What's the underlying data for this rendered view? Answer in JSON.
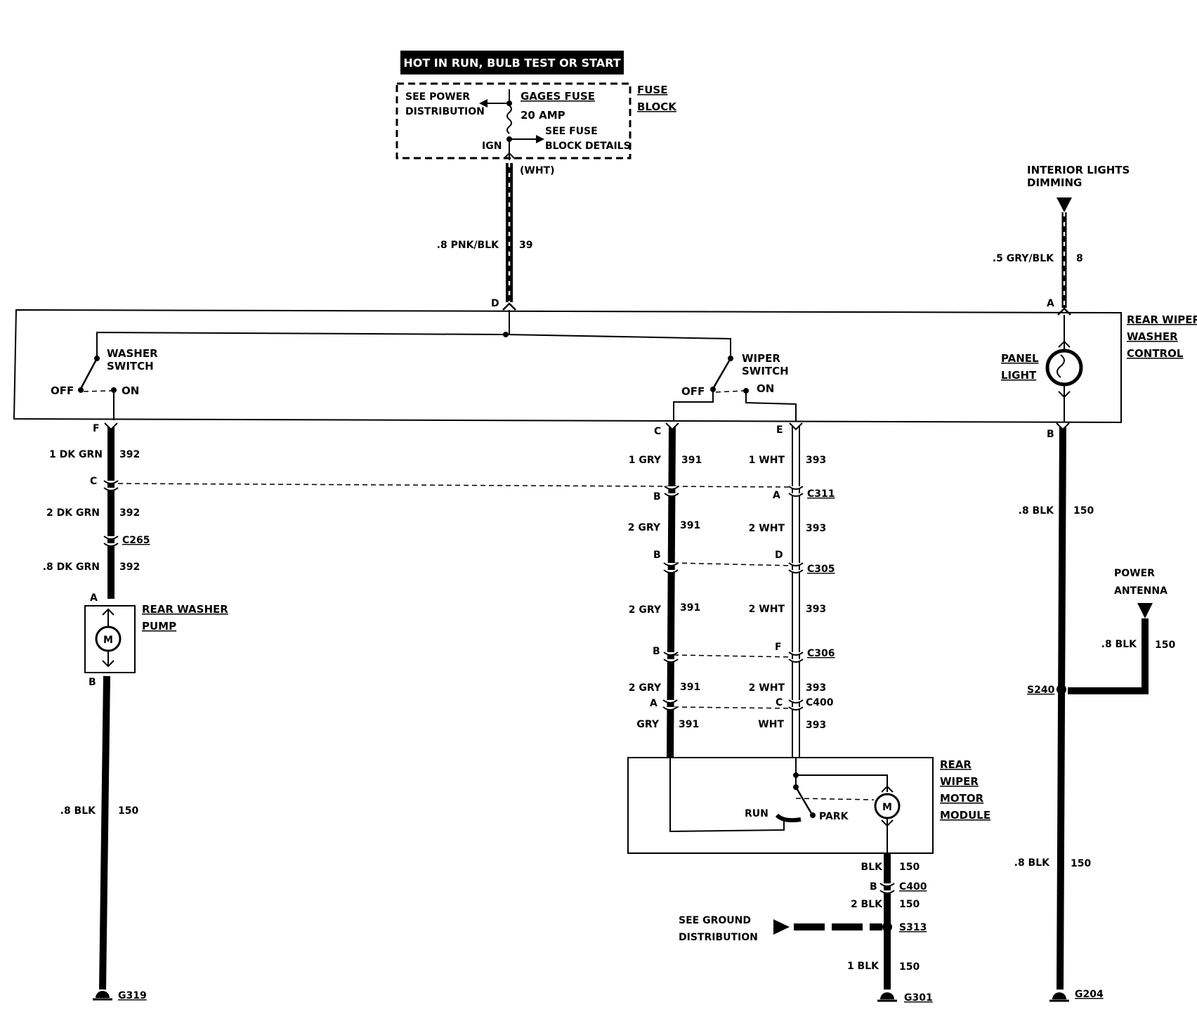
{
  "power_header": "HOT IN RUN, BULB TEST OR START",
  "fuse_block": {
    "title_1": "FUSE",
    "title_2": "BLOCK",
    "see_power_1": "SEE POWER",
    "see_power_2": "DISTRIBUTION",
    "fuse_name": "GAGES FUSE",
    "fuse_rating": "20 AMP",
    "see_fuse_1": "SEE FUSE",
    "see_fuse_2": "BLOCK DETAILS",
    "ign": "IGN",
    "wht": "(WHT)"
  },
  "feed_wire": {
    "size_color": ".8 PNK/BLK",
    "circuit": "39"
  },
  "dimming": {
    "title_1": "INTERIOR LIGHTS",
    "title_2": "DIMMING",
    "size_color": ".5 GRY/BLK",
    "circuit": "8"
  },
  "control": {
    "title_1": "REAR WIPER",
    "title_2": "WASHER",
    "title_3": "CONTROL",
    "pin_d": "D",
    "pin_a": "A",
    "pin_f": "F",
    "pin_c": "C",
    "pin_e": "E",
    "pin_b": "B",
    "washer_switch_1": "WASHER",
    "washer_switch_2": "SWITCH",
    "wiper_switch_1": "WIPER",
    "wiper_switch_2": "SWITCH",
    "off": "OFF",
    "on": "ON",
    "panel_light_1": "PANEL",
    "panel_light_2": "LIGHT"
  },
  "washer_circuit": {
    "seg1": {
      "size_color": "1 DK GRN",
      "circuit": "392"
    },
    "conn_c": "C",
    "seg2": {
      "size_color": "2 DK GRN",
      "circuit": "392"
    },
    "c265": "C265",
    "seg3": {
      "size_color": ".8 DK GRN",
      "circuit": "392"
    },
    "pin_a": "A",
    "pin_b": "B",
    "pump_1": "REAR WASHER",
    "pump_2": "PUMP",
    "motor": "M",
    "ground_wire": {
      "size_color": ".8 BLK",
      "circuit": "150"
    },
    "ground": "G319"
  },
  "wiper_circuit": {
    "gry": [
      {
        "size_color": "1 GRY",
        "circuit": "391"
      },
      {
        "size_color": "2 GRY",
        "circuit": "391"
      },
      {
        "size_color": "2 GRY",
        "circuit": "391"
      },
      {
        "size_color": "2 GRY",
        "circuit": "391"
      },
      {
        "size_color": "GRY",
        "circuit": "391"
      }
    ],
    "wht": [
      {
        "size_color": "1 WHT",
        "circuit": "393"
      },
      {
        "size_color": "2 WHT",
        "circuit": "393"
      },
      {
        "size_color": "2 WHT",
        "circuit": "393"
      },
      {
        "size_color": "2 WHT",
        "circuit": "393"
      },
      {
        "size_color": "WHT",
        "circuit": "393"
      }
    ],
    "gry_pins": [
      "B",
      "B",
      "B",
      "A"
    ],
    "wht_pins": [
      "A",
      "D",
      "F",
      "C"
    ],
    "connectors": [
      "C311",
      "C305",
      "C306",
      "C400"
    ],
    "module_1": "REAR",
    "module_2": "WIPER",
    "module_3": "MOTOR",
    "module_4": "MODULE",
    "run": "RUN",
    "park": "PARK",
    "motor": "M",
    "out1": {
      "size_color": "BLK",
      "circuit": "150"
    },
    "c400_pin": "B",
    "c400": "C400",
    "out2": {
      "size_color": "2 BLK",
      "circuit": "150"
    },
    "s313": "S313",
    "see_ground_1": "SEE GROUND",
    "see_ground_2": "DISTRIBUTION",
    "out3": {
      "size_color": "1 BLK",
      "circuit": "150"
    },
    "ground": "G301"
  },
  "right_circuit": {
    "seg1": {
      "size_color": ".8 BLK",
      "circuit": "150"
    },
    "antenna_1": "POWER",
    "antenna_2": "ANTENNA",
    "antenna_wire": {
      "size_color": ".8 BLK",
      "circuit": "150"
    },
    "s240": "S240",
    "seg2": {
      "size_color": ".8 BLK",
      "circuit": "150"
    },
    "ground": "G204"
  }
}
